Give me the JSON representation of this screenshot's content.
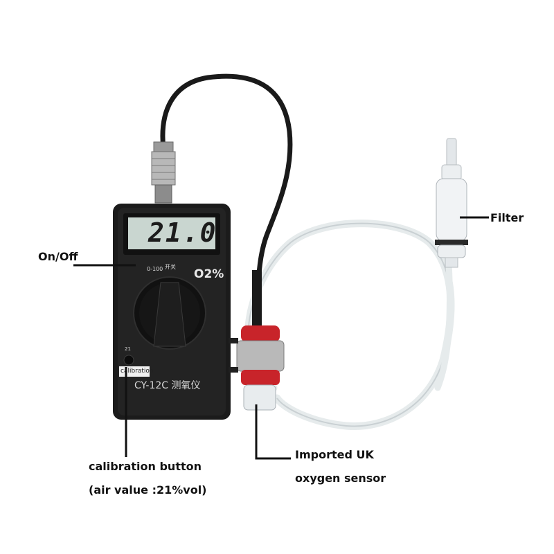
{
  "device": {
    "display_reading": "21.0",
    "model_label": "CY-12C 测氧仪",
    "unit_label": "O2%",
    "range_label": "0-100",
    "switch_label": "开关",
    "calibration_tag": "calibration",
    "calibration_scale": "21"
  },
  "callouts": {
    "on_off": "On/Off",
    "filter": "Filter",
    "calibration_line1": "calibration button",
    "calibration_line2": "(air value :21%vol)",
    "sensor_line1": "Imported UK",
    "sensor_line2": "oxygen sensor"
  },
  "colors": {
    "body": "#1b1b1b",
    "lcd": "#c9d6d0",
    "sensor_red": "#c8242a",
    "tubing": "#e9edee",
    "leader_line": "#111111"
  }
}
